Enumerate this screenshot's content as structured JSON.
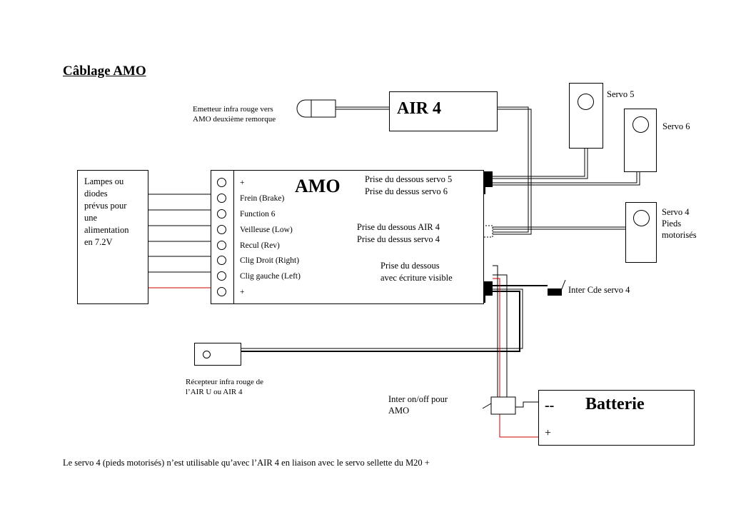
{
  "title": "Câblage AMO",
  "emitter_label": "Emetteur infra rouge vers\nAMO deuxième remorque",
  "air4_label": "AIR 4",
  "servo5_label": "Servo 5",
  "servo6_label": "Servo 6",
  "servo4_label": "Servo 4\nPieds\nmotorisés",
  "lamps_label": "Lampes ou\ndiodes\nprévus pour\nune\nalimentation\nen 7.2V",
  "amo_label": "AMO",
  "amo_pins": [
    "+",
    "Frein (Brake)",
    "Function 6",
    "Veilleuse (Low)",
    "Recul (Rev)",
    "Clig Droit (Right)",
    "Clig gauche (Left)",
    "+"
  ],
  "socket_servo56": "Prise du dessous servo 5\nPrise du dessus servo 6",
  "socket_air4": "Prise du dessous AIR 4\nPrise du dessus servo 4",
  "socket_visible": "Prise du dessous\navec écriture visible",
  "inter_cde": "Inter Cde servo 4",
  "receiver_label": "Récepteur infra rouge de\nl’AIR U ou AIR 4",
  "inter_onoff": "Inter on/off pour\nAMO",
  "battery_label": "Batterie",
  "battery_minus": "--",
  "battery_plus": "+",
  "footnote": "Le servo 4 (pieds motorisés) n’est utilisable qu’avec l’AIR 4 en liaison avec le servo sellette du M20 +",
  "colors": {
    "line": "#000000",
    "positive_wire": "#cc0000"
  }
}
